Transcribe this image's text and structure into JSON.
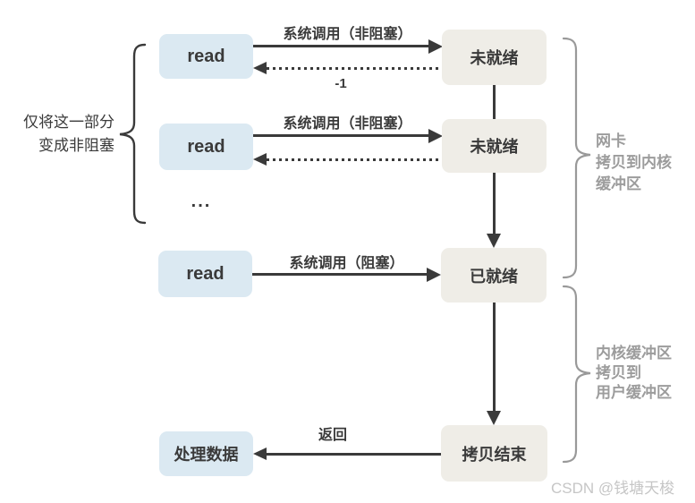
{
  "left_note": {
    "line1": "仅将这一部分",
    "line2": "变成非阻塞"
  },
  "ellipsis": "...",
  "nodes": {
    "read1": "read",
    "read2": "read",
    "read3": "read",
    "not_ready1": "未就绪",
    "not_ready2": "未就绪",
    "ready": "已就绪",
    "copy_done": "拷贝结束",
    "process_data": "处理数据"
  },
  "edge_labels": {
    "syscall_nonblocking_1": "系统调用（非阻塞）",
    "syscall_nonblocking_2": "系统调用（非阻塞）",
    "minus_one": "-1",
    "syscall_blocking": "系统调用（阻塞）",
    "return_label": "返回"
  },
  "brace_labels": {
    "nic": {
      "line1": "网卡",
      "line2": "拷贝到内核",
      "line3": "缓冲区"
    },
    "kernel": {
      "line1": "内核缓冲区",
      "line2": "拷贝到",
      "line3": "用户缓冲区"
    }
  },
  "watermark": "CSDN @钱塘天梭",
  "colors": {
    "read_box_fill": "#dbe9f2",
    "state_box_fill": "#efede7",
    "line_dark": "#3a3a3a",
    "brace_gray": "#999999",
    "note_gray": "#9c9c9c",
    "watermark_gray": "#c6c6c6",
    "background": "#ffffff"
  }
}
